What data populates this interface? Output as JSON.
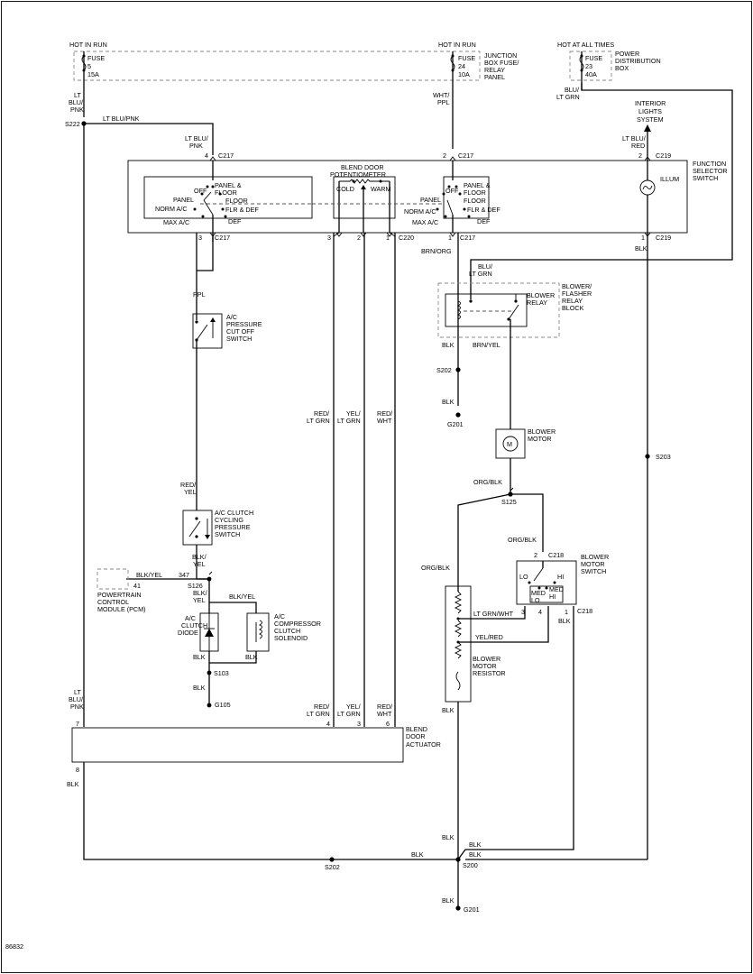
{
  "drawing_number": "86832",
  "power": {
    "hot_in_run_left": "HOT IN RUN",
    "hot_in_run_mid": "HOT IN RUN",
    "hot_at_all_times": "HOT AT ALL TIMES",
    "fuse5": [
      "FUSE",
      "5",
      "15A"
    ],
    "fuse24": [
      "FUSE",
      "24",
      "10A"
    ],
    "fuse23": [
      "FUSE",
      "23",
      "40A"
    ],
    "junction_box": [
      "JUNCTION",
      "BOX FUSE/",
      "RELAY",
      "PANEL"
    ],
    "power_dist": [
      "POWER",
      "DISTRIBUTION",
      "BOX"
    ]
  },
  "wires": {
    "lt_blu_pnk_stack": [
      "LT",
      "BLU/",
      "PNK"
    ],
    "lt_blu_pnk": "LT BLU/PNK",
    "lt_blu_pnk_2": [
      "LT BLU/",
      "PNK"
    ],
    "wht_ppl": [
      "WHT/",
      "PPL"
    ],
    "blu_lt_grn_top": [
      "BLU/",
      "LT GRN"
    ],
    "lt_blu_red": [
      "LT BLU/",
      "RED"
    ],
    "ppl": "PPL",
    "brn_org": "BRN/ORG",
    "blu_lt_grn": [
      "BLU/",
      "LT GRN"
    ],
    "blk": "BLK",
    "brn_yel": "BRN/YEL",
    "red_lt_grn": [
      "RED/",
      "LT GRN"
    ],
    "yel_lt_grn": [
      "YEL/",
      "LT GRN"
    ],
    "red_wht": [
      "RED/",
      "WHT"
    ],
    "red_yel": [
      "RED/",
      "YEL"
    ],
    "blk_yel_stack": [
      "BLK/",
      "YEL"
    ],
    "blk_yel": "BLK/YEL",
    "circuit_347": "347",
    "org_blk": "ORG/BLK",
    "lt_grn_wht": "LT GRN/WHT",
    "yel_red": "YEL/RED"
  },
  "connectors": {
    "c217": "C217",
    "c219": "C219",
    "c220": "C220",
    "c218": "C218",
    "s222": "S222",
    "s202": "S202",
    "s203": "S203",
    "s125": "S125",
    "s126": "S126",
    "s103": "S103",
    "s200": "S200",
    "g201": "G201",
    "g105": "G105"
  },
  "pins": {
    "p4": "4",
    "p2": "2",
    "p3": "3",
    "p1": "1",
    "p7": "7",
    "p8": "8",
    "p6": "6",
    "p41": "41"
  },
  "components": {
    "function_selector": [
      "FUNCTION",
      "SELECTOR",
      "SWITCH"
    ],
    "interior_lights": [
      "INTERIOR",
      "LIGHTS",
      "SYSTEM"
    ],
    "illum": "ILLUM",
    "blend_pot": [
      "BLEND DOOR",
      "POTENTIOMETER"
    ],
    "cold": "COLD",
    "warm": "WARM",
    "sw_off": "OFF",
    "sw_panel_floor": [
      "PANEL &",
      "FLOOR"
    ],
    "sw_floor": "FLOOR",
    "sw_panel": "PANEL",
    "sw_norm_ac": "NORM A/C",
    "sw_flr_def": "FLR & DEF",
    "sw_max_ac": "MAX A/C",
    "sw_def": "DEF",
    "ac_pressure": [
      "A/C",
      "PRESSURE",
      "CUT OFF",
      "SWITCH"
    ],
    "blower_relay_block": [
      "BLOWER/",
      "FLASHER",
      "RELAY",
      "BLOCK"
    ],
    "blower_relay": [
      "BLOWER",
      "RELAY"
    ],
    "blower_motor": [
      "BLOWER",
      "MOTOR"
    ],
    "motor_symbol": "M",
    "ac_clutch_cycling": [
      "A/C CLUTCH",
      "CYCLING",
      "PRESSURE",
      "SWITCH"
    ],
    "pcm": [
      "POWERTRAIN",
      "CONTROL",
      "MODULE (PCM)"
    ],
    "ac_clutch_diode": [
      "A/C",
      "CLUTCH",
      "DIODE"
    ],
    "ac_compressor": [
      "A/C",
      "COMPRESSOR",
      "CLUTCH",
      "SOLENOID"
    ],
    "blower_motor_switch": [
      "BLOWER",
      "MOTOR",
      "SWITCH"
    ],
    "bm_lo": "LO",
    "bm_hi": "HI",
    "bm_med_lo": [
      "MED",
      "LO"
    ],
    "bm_med_hi": [
      "MED",
      "HI"
    ],
    "blower_resistor": [
      "BLOWER",
      "MOTOR",
      "RESISTOR"
    ],
    "blend_actuator": [
      "BLEND",
      "DOOR",
      "ACTUATOR"
    ]
  }
}
